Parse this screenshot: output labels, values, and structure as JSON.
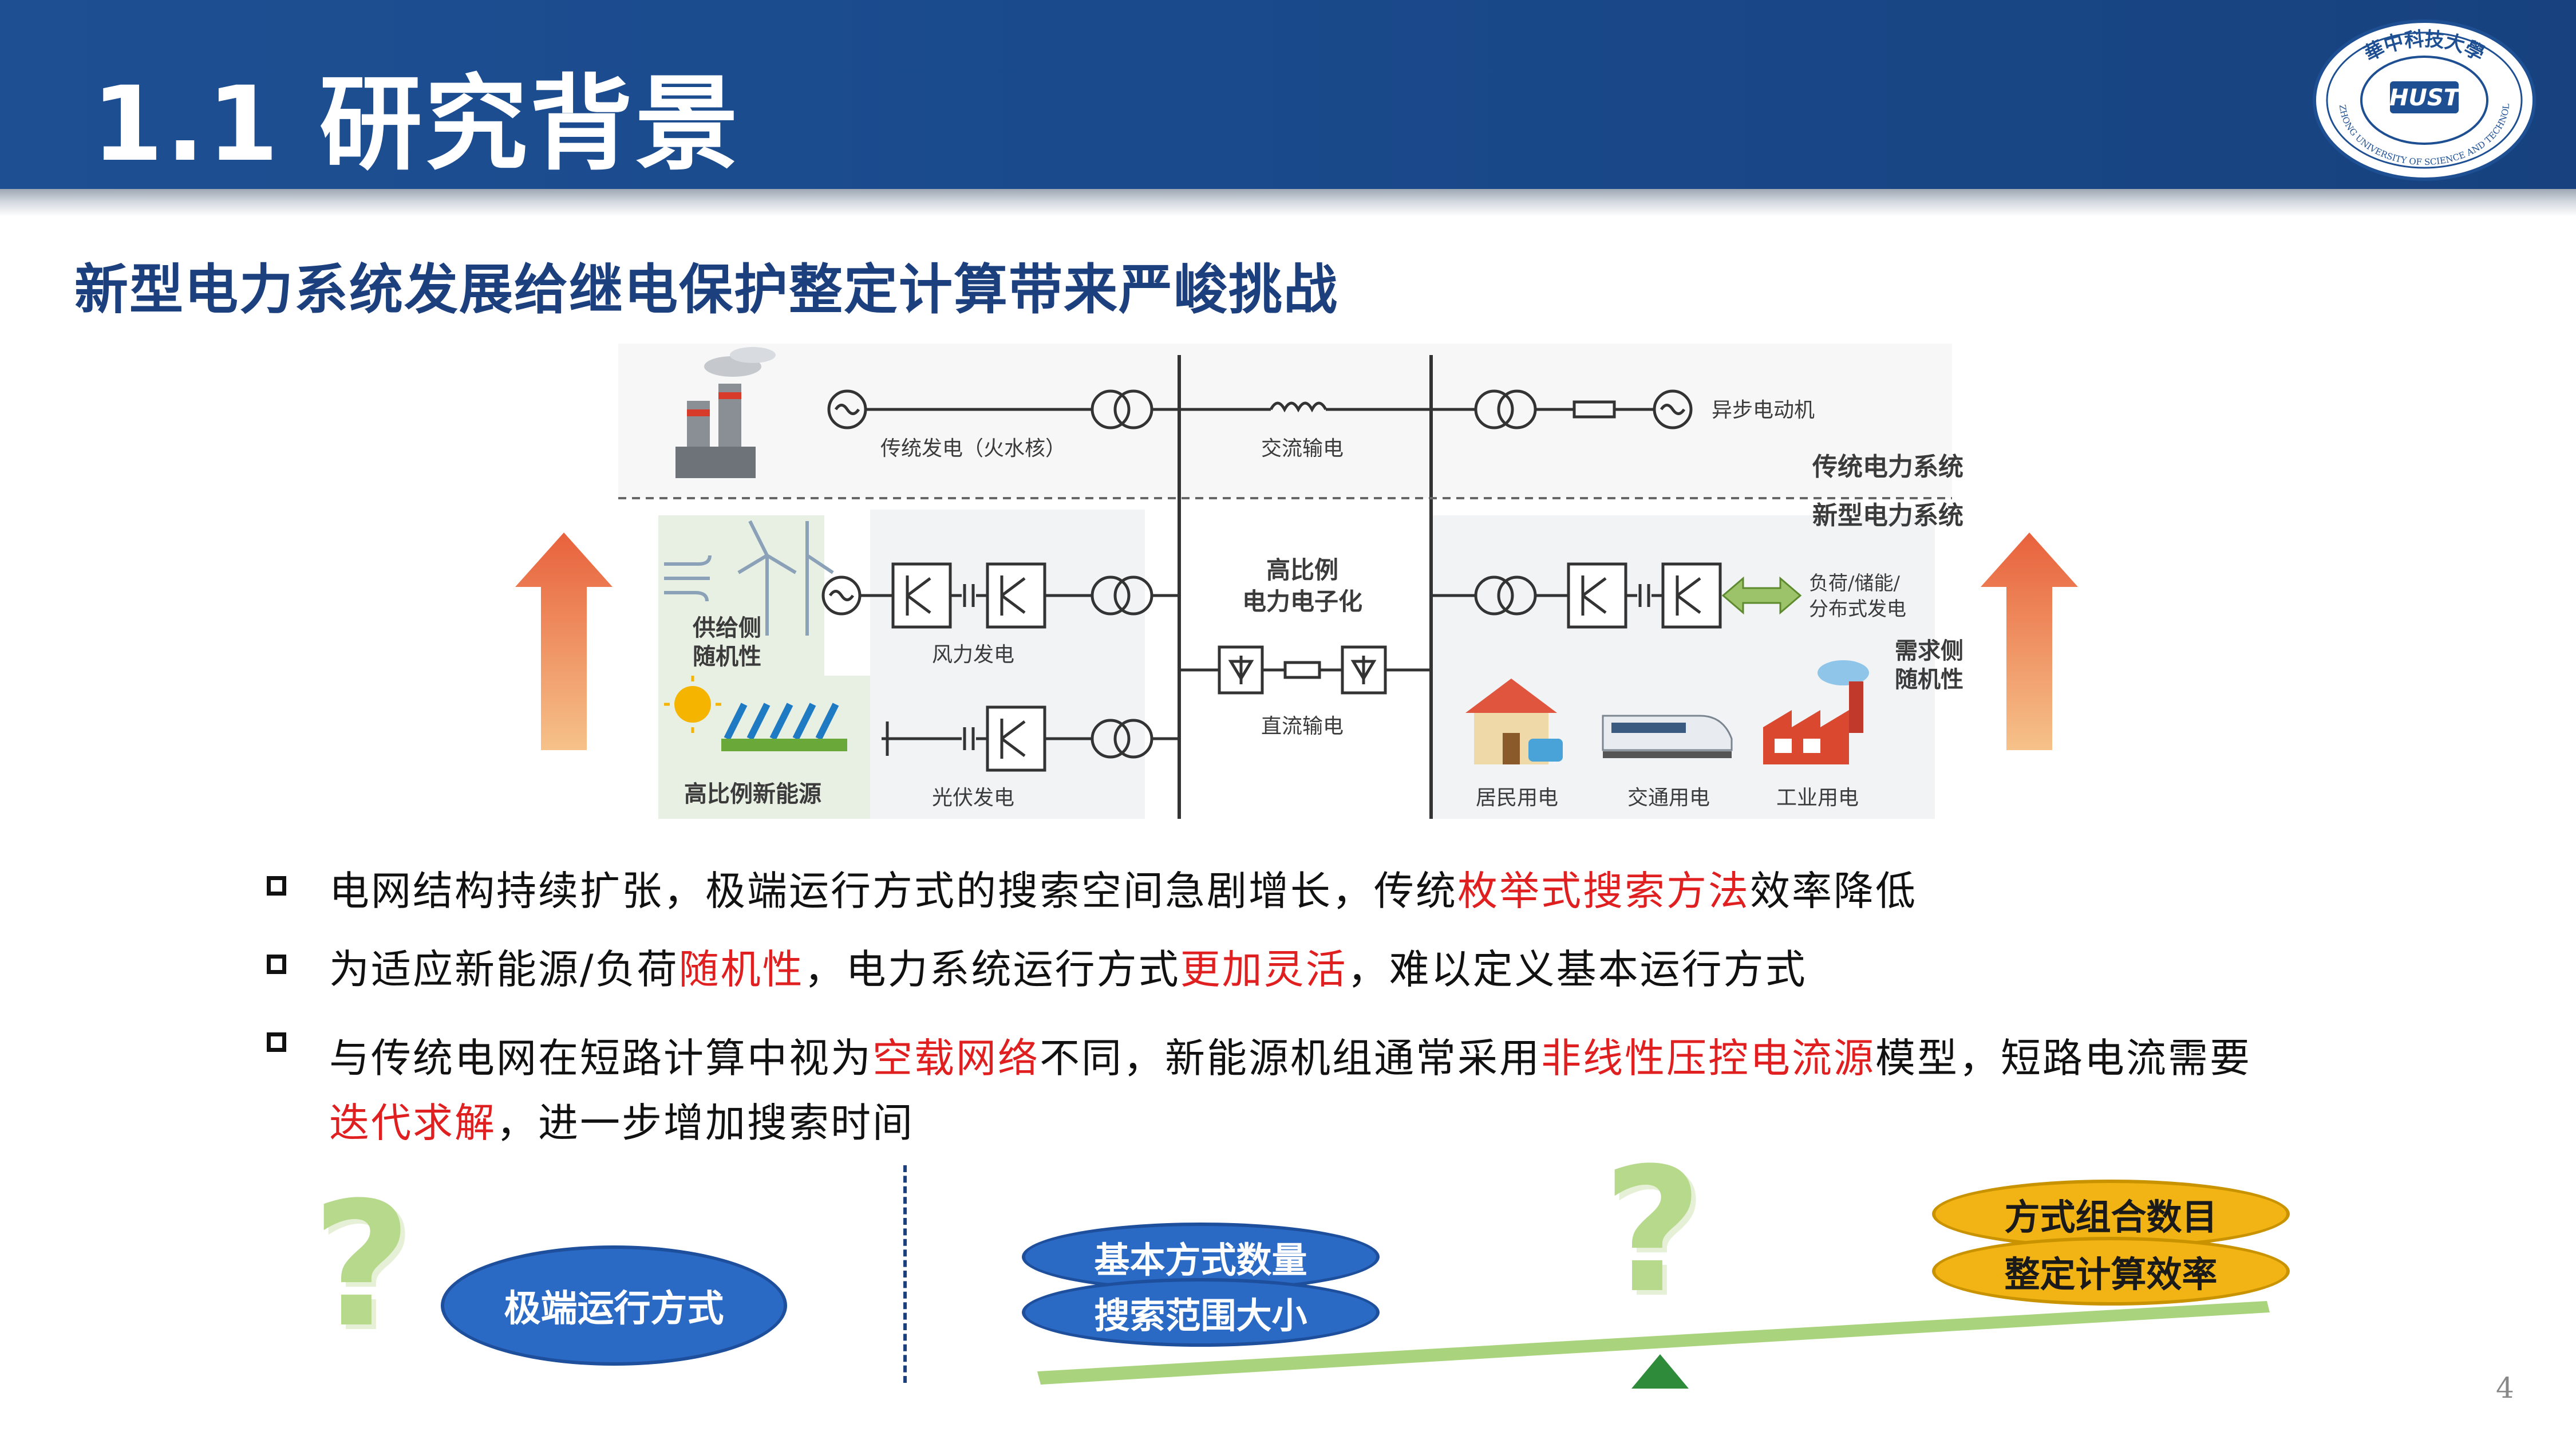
{
  "header": {
    "title": "1.1 研究背景",
    "colors": {
      "header_blue": "#1d4f92",
      "subtitle_blue": "#1c3f7e",
      "accent_red": "#e02020",
      "gold": "#f2b414",
      "blue_ellipse": "#2a69c4"
    }
  },
  "logo": {
    "semantic": "university-seal-icon",
    "ring_text_top": "華中科技大學",
    "ring_text_bottom": "HUAZHONG UNIVERSITY OF SCIENCE AND TECHNOLOGY",
    "center_text": "HUST"
  },
  "subtitle": "新型电力系统发展给继电保护整定计算带来严峻挑战",
  "diagram": {
    "traditional_gen": "传统发电（火水核）",
    "ac_transmission": "交流输电",
    "async_motor": "异步电动机",
    "traditional_system": "传统电力系统",
    "new_system": "新型电力系统",
    "high_pe_line1": "高比例",
    "high_pe_line2": "电力电子化",
    "supply_random_line1": "供给侧",
    "supply_random_line2": "随机性",
    "wind_power": "风力发电",
    "pv_power": "光伏发电",
    "high_renewables": "高比例新能源",
    "dc_transmission": "直流输电",
    "load_line1": "负荷/储能/",
    "load_line2": "分布式发电",
    "demand_random_line1": "需求侧",
    "demand_random_line2": "随机性",
    "residential": "居民用电",
    "traffic": "交通用电",
    "industrial": "工业用电"
  },
  "bullets": [
    {
      "parts": [
        "电网结构持续扩张，极端运行方式的搜索空间急剧增长，传统",
        "枚举式搜索方法",
        "效率降低"
      ]
    },
    {
      "parts": [
        "为适应新能源/负荷",
        "随机性",
        "，电力系统运行方式",
        "更加灵活",
        "，难以定义基本运行方式"
      ]
    },
    {
      "parts": [
        "与传统电网在短路计算中视为",
        "空载网络",
        "不同，新能源机组通常采用",
        "非线性压控电流源",
        "模型，短路电流需要"
      ],
      "line2": [
        "迭代求解",
        "，进一步增加搜索时间"
      ]
    }
  ],
  "bottom": {
    "left_question": "?",
    "extreme_mode": "极端运行方式",
    "basic_count": "基本方式数量",
    "search_range": "搜索范围大小",
    "center_question": "?",
    "combo_count": "方式组合数目",
    "calc_efficiency": "整定计算效率"
  },
  "page_number": "4"
}
